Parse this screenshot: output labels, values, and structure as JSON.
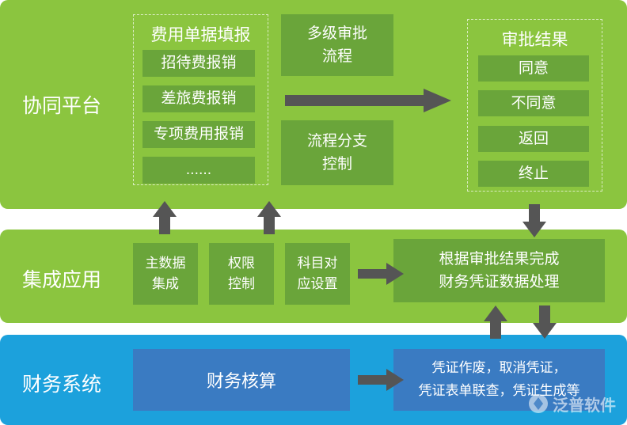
{
  "platform": {
    "label": "协同平台",
    "fill_title": "费用单据填报",
    "fill_items": [
      "招待费报销",
      "差旅费报销",
      "专项费用报销",
      "......"
    ],
    "multi_approval": [
      "多级审批",
      "流程"
    ],
    "branch_control": [
      "流程分支",
      "控制"
    ],
    "result_title": "审批结果",
    "result_items": [
      "同意",
      "不同意",
      "返回",
      "终止"
    ]
  },
  "integration": {
    "label": "集成应用",
    "master_data": [
      "主数据",
      "集成"
    ],
    "permission": [
      "权限",
      "控制"
    ],
    "subject_map": [
      "科目对",
      "应设置"
    ],
    "voucher_processing": [
      "根据审批结果完成",
      "财务凭证数据处理"
    ]
  },
  "finance": {
    "label": "财务系统",
    "accounting": "财务核算",
    "voucher_ops": [
      "凭证作废，取消凭证，",
      "凭证表单联查，凭证生成等"
    ]
  },
  "watermark": "泛普软件",
  "colors": {
    "green_band": "#8bc53f",
    "dark_green_box": "#6aa53a",
    "blue_band": "#1ca1dc",
    "blue_box": "#3a7bc2",
    "arrow": "#555555"
  }
}
